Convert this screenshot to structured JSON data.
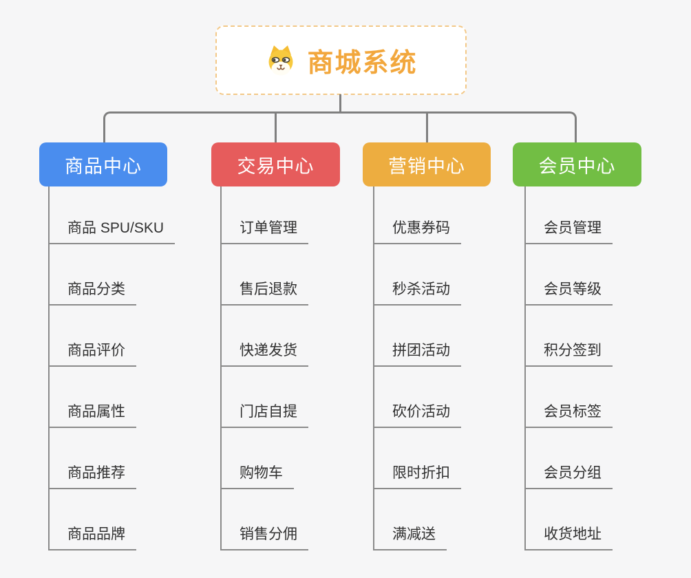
{
  "canvas": {
    "background": "#f6f6f7",
    "connector_color": "#7f7f7f",
    "leaf_line_color": "#8a8a8a",
    "leaf_text_color": "#303030"
  },
  "root": {
    "title": "商城系统",
    "icon": "shiba-dog-icon",
    "text_color": "#f2a73d",
    "border_color": "#f3c887",
    "background": "#ffffff"
  },
  "branches": [
    {
      "id": "product-center",
      "label": "商品中心",
      "color": "#4a8dee",
      "items": [
        "商品 SPU/SKU",
        "商品分类",
        "商品评价",
        "商品属性",
        "商品推荐",
        "商品品牌"
      ]
    },
    {
      "id": "trade-center",
      "label": "交易中心",
      "color": "#e65c5c",
      "items": [
        "订单管理",
        "售后退款",
        "快递发货",
        "门店自提",
        "购物车",
        "销售分佣"
      ]
    },
    {
      "id": "marketing-center",
      "label": "营销中心",
      "color": "#edad40",
      "items": [
        "优惠券码",
        "秒杀活动",
        "拼团活动",
        "砍价活动",
        "限时折扣",
        "满减送"
      ]
    },
    {
      "id": "member-center",
      "label": "会员中心",
      "color": "#72be44",
      "items": [
        "会员管理",
        "会员等级",
        "积分签到",
        "会员标签",
        "会员分组",
        "收货地址"
      ]
    }
  ]
}
